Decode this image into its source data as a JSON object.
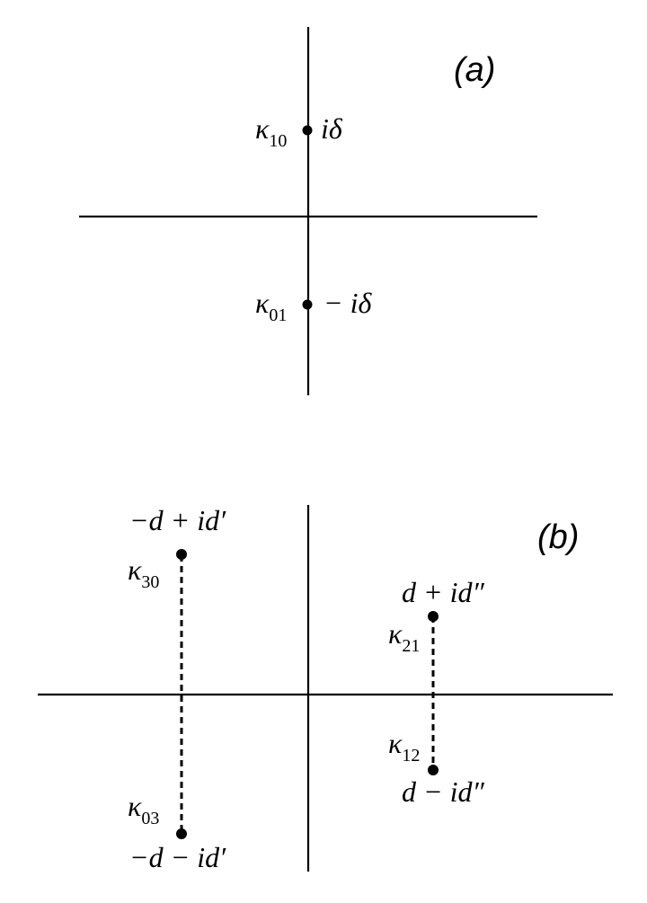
{
  "panel_a": {
    "label": "(a)",
    "points": [
      {
        "name": "κ",
        "sub": "10",
        "value": "iδ"
      },
      {
        "name": "κ",
        "sub": "01",
        "value": "− iδ"
      }
    ]
  },
  "panel_b": {
    "label": "(b)",
    "points": [
      {
        "name": "κ",
        "sub": "30",
        "value": "−d + id′"
      },
      {
        "name": "κ",
        "sub": "03",
        "value": "−d − id′"
      },
      {
        "name": "κ",
        "sub": "21",
        "value": "d + id″"
      },
      {
        "name": "κ",
        "sub": "12",
        "value": "d − id″"
      }
    ]
  }
}
